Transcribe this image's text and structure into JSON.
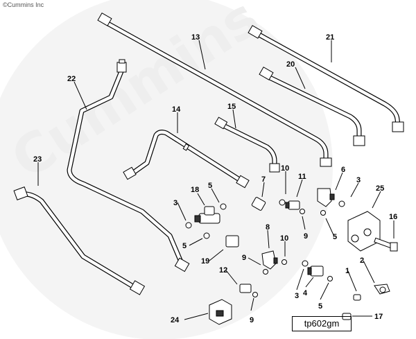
{
  "copyright": "©Cummins Inc",
  "watermark": "Cummins",
  "figure_code": "tp602gm",
  "callouts": [
    {
      "id": "c13",
      "label": "13"
    },
    {
      "id": "c21",
      "label": "21"
    },
    {
      "id": "c20",
      "label": "20"
    },
    {
      "id": "c22",
      "label": "22"
    },
    {
      "id": "c14",
      "label": "14"
    },
    {
      "id": "c15",
      "label": "15"
    },
    {
      "id": "c23",
      "label": "23"
    },
    {
      "id": "c10a",
      "label": "10"
    },
    {
      "id": "c11",
      "label": "11"
    },
    {
      "id": "c6",
      "label": "6"
    },
    {
      "id": "c3a",
      "label": "3"
    },
    {
      "id": "c25",
      "label": "25"
    },
    {
      "id": "c7",
      "label": "7"
    },
    {
      "id": "c18",
      "label": "18"
    },
    {
      "id": "c5a",
      "label": "5"
    },
    {
      "id": "c3b",
      "label": "3"
    },
    {
      "id": "c9a",
      "label": "9"
    },
    {
      "id": "c5b",
      "label": "5"
    },
    {
      "id": "c16",
      "label": "16"
    },
    {
      "id": "c5c",
      "label": "5"
    },
    {
      "id": "c8",
      "label": "8"
    },
    {
      "id": "c10b",
      "label": "10"
    },
    {
      "id": "c19",
      "label": "19"
    },
    {
      "id": "c9b",
      "label": "9"
    },
    {
      "id": "c1",
      "label": "1"
    },
    {
      "id": "c2",
      "label": "2"
    },
    {
      "id": "c12",
      "label": "12"
    },
    {
      "id": "c3c",
      "label": "3"
    },
    {
      "id": "c4",
      "label": "4"
    },
    {
      "id": "c5d",
      "label": "5"
    },
    {
      "id": "c24",
      "label": "24"
    },
    {
      "id": "c9c",
      "label": "9"
    },
    {
      "id": "c17",
      "label": "17"
    }
  ]
}
